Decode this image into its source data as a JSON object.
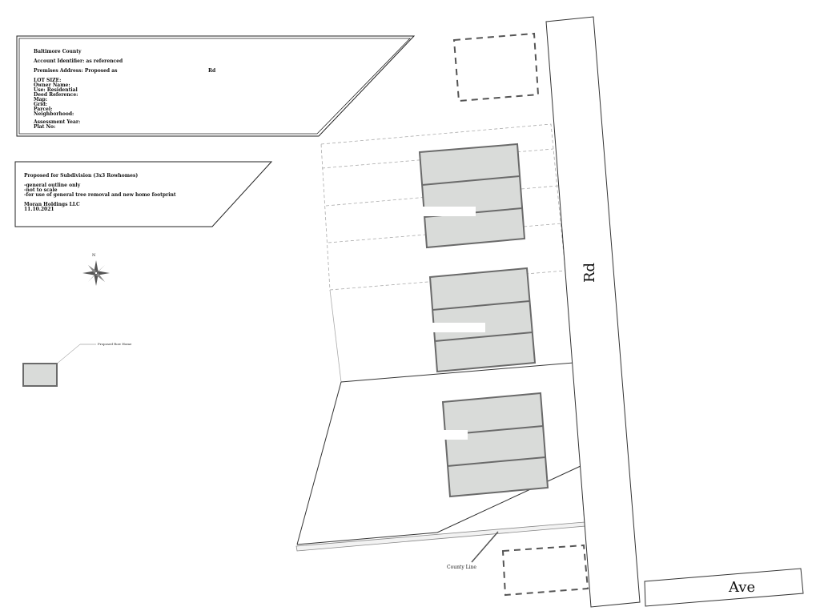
{
  "info_box": {
    "county": "Baltimore County",
    "account": "Account Identifier: as referenced",
    "premises": "Premises Address: Proposed as",
    "premises_suffix": "Rd",
    "lot_size": "LOT SIZE:",
    "owner": "Owner Name:",
    "use": "Use: Residential",
    "deed": "Deed Reference:",
    "map": "Map:",
    "grid": "Grid:",
    "parcel": "Parcel:",
    "neighborhood": "Neighborhood:",
    "assessment": "Assessment Year:",
    "plat": "Plat No:"
  },
  "proposal_box": {
    "title": "Proposed for Subdivision (3x3 Rowhomes)",
    "note1": "-general outline only",
    "note2": "-not to scale",
    "note3": "-for use of general tree removal and new home footprint",
    "company": "Moran Holdings LLC",
    "date": "11.10.2021"
  },
  "compass": {
    "north": "N"
  },
  "legend": {
    "label": "Proposed Row Home"
  },
  "roads": {
    "main_road": "Rd",
    "side_road": "Ave"
  },
  "county_line": "County Line",
  "colors": {
    "footprint_fill": "#d9dbd9",
    "footprint_stroke": "#6a6a6a",
    "line": "#333333",
    "dashed_lot": "#aaaaaa",
    "dashed_box": "#555555"
  }
}
